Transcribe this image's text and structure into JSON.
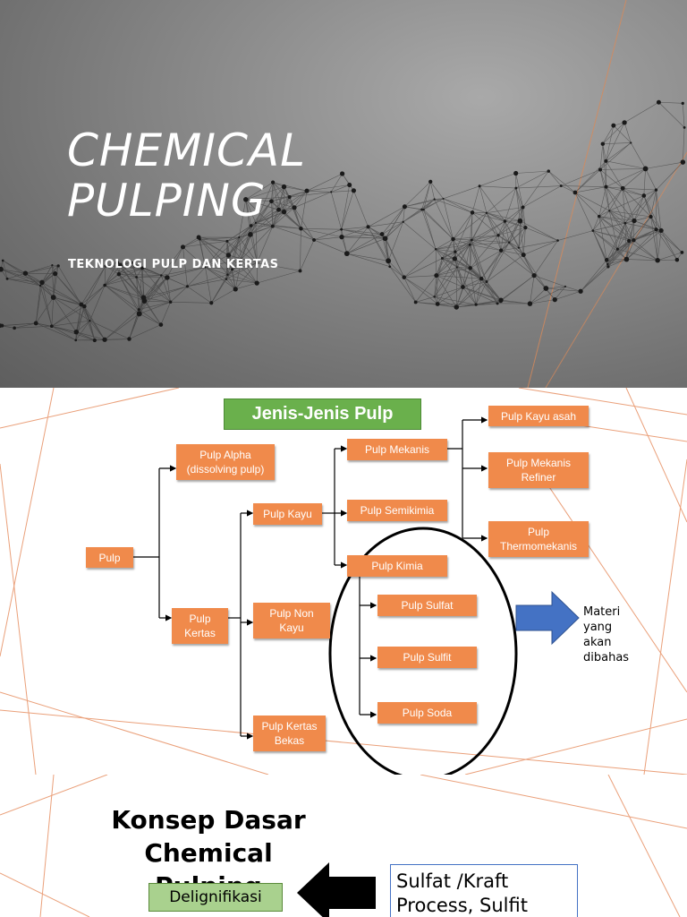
{
  "slide1": {
    "title_line1": "CHEMICAL",
    "title_line2": "PULPING",
    "subtitle": "TEKNOLOGI PULP DAN KERTAS"
  },
  "slide2": {
    "heading": "Jenis-Jenis Pulp",
    "nodes": {
      "pulp": "Pulp",
      "pulp_alpha": "Pulp Alpha\n(dissolving pulp)",
      "pulp_kertas": "Pulp\nKertas",
      "pulp_kayu": "Pulp Kayu",
      "pulp_non_kayu": "Pulp Non\nKayu",
      "pulp_kertas_bekas": "Pulp Kertas\nBekas",
      "pulp_mekanis": "Pulp  Mekanis",
      "pulp_semikimia": "Pulp Semikimia",
      "pulp_kimia": "Pulp Kimia",
      "pulp_kayu_asah": "Pulp Kayu asah",
      "pulp_mekanis_refiner": "Pulp Mekanis\nRefiner",
      "pulp_thermomekanis": "Pulp\nThermomekanis",
      "pulp_sulfat": "Pulp  Sulfat",
      "pulp_sulfit": "Pulp Sulfit",
      "pulp_soda": "Pulp Soda"
    },
    "annotation": "Materi\nyang\nakan\ndibahas"
  },
  "slide3": {
    "title_line1": "Konsep Dasar",
    "title_line2": "Chemical",
    "title_line3": "Pulping",
    "delignifikasi": "Delignifikasi",
    "process_text": "Sulfat /Kraft\nProcess, Sulfit"
  },
  "colors": {
    "node_orange": "#f08a4b",
    "heading_green": "#6ab04c",
    "arrow_blue": "#4472c4",
    "deco_orange": "#e8956b"
  }
}
